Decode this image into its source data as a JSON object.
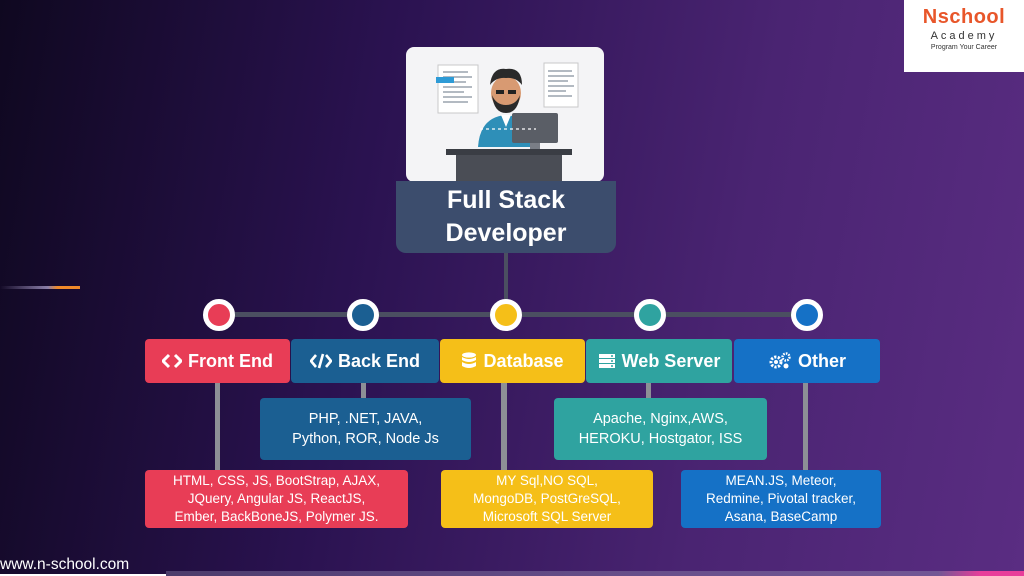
{
  "logo": {
    "name": "Nschool",
    "academy": "Academy",
    "tagline": "Program Your Career"
  },
  "title": {
    "line1": "Full Stack",
    "line2": "Developer"
  },
  "categories": [
    {
      "label": "Front End",
      "icon": "code-brackets-icon",
      "color": "#e83d56",
      "node_color": "#e83d56"
    },
    {
      "label": "Back End",
      "icon": "code-slash-icon",
      "color": "#1b5f92",
      "node_color": "#1b5f92"
    },
    {
      "label": "Database",
      "icon": "database-icon",
      "color": "#f5bf18",
      "node_color": "#f5bf18"
    },
    {
      "label": "Web Server",
      "icon": "server-icon",
      "color": "#2fa3a0",
      "node_color": "#2fa3a0"
    },
    {
      "label": "Other",
      "icon": "gears-icon",
      "color": "#1571c6",
      "node_color": "#1571c6"
    }
  ],
  "details": {
    "frontend": [
      "HTML, CSS, JS, BootStrap, AJAX,",
      "JQuery,  Angular JS, ReactJS,",
      "Ember, BackBoneJS, Polymer JS."
    ],
    "backend": [
      "PHP, .NET, JAVA,",
      "Python, ROR, Node Js"
    ],
    "database": [
      "MY Sql,NO SQL,",
      "MongoDB, PostGreSQL,",
      "Microsoft SQL Server"
    ],
    "webserver": [
      "Apache, Nginx,AWS,",
      "HEROKU, Hostgator, ISS"
    ],
    "other": [
      "MEAN.JS, Meteor,",
      "Redmine, Pivotal tracker,",
      "Asana, BaseCamp"
    ]
  },
  "footer": {
    "url": "www.n-school.com"
  }
}
